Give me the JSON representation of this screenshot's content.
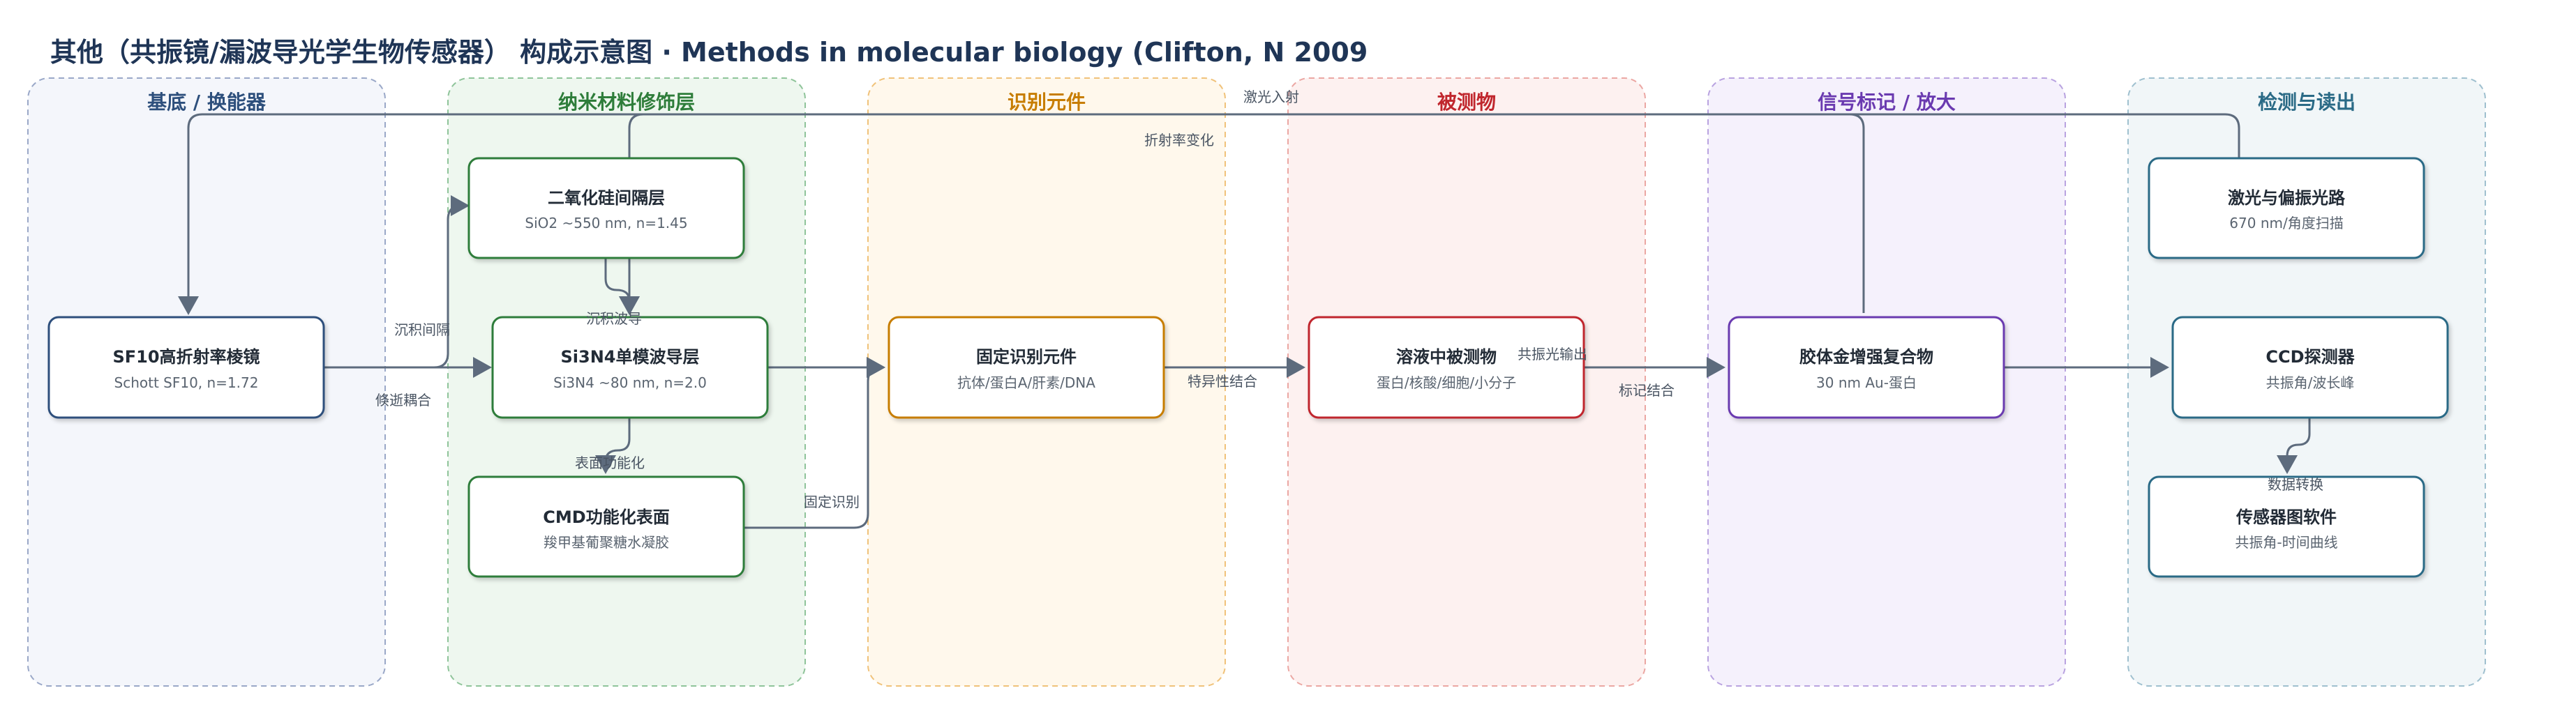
{
  "title": "其他（共振镜/漏波导光学生物传感器） 构成示意图 · Methods in molecular biology (Clifton, N 2009",
  "lanes": [
    {
      "title": "基底 / 换能器",
      "color": "#2d4f7c",
      "fill": "#f4f6fb",
      "stroke": "#9aa8c8"
    },
    {
      "title": "纳米材料修饰层",
      "color": "#2e7d3a",
      "fill": "#eef7ef",
      "stroke": "#8fc49a"
    },
    {
      "title": "识别元件",
      "color": "#c77d00",
      "fill": "#fff8ec",
      "stroke": "#f0c27a"
    },
    {
      "title": "被测物",
      "color": "#c0262d",
      "fill": "#fdf1f0",
      "stroke": "#eba7a3"
    },
    {
      "title": "信号标记 / 放大",
      "color": "#6a3ab0",
      "fill": "#f5f1fc",
      "stroke": "#b9a3e0"
    },
    {
      "title": "检测与读出",
      "color": "#2a6a86",
      "fill": "#f1f6f8",
      "stroke": "#9fc0cf"
    }
  ],
  "nodes": {
    "prism": {
      "title": "SF10高折射率棱镜",
      "sub": "Schott SF10, n=1.72",
      "color": "#2d4f7c"
    },
    "sio2": {
      "title": "二氧化硅间隔层",
      "sub": "SiO2 ~550 nm, n=1.45",
      "color": "#2e7d3a"
    },
    "si3n4": {
      "title": "Si3N4单模波导层",
      "sub": "Si3N4 ~80 nm, n=2.0",
      "color": "#2e7d3a"
    },
    "cmd": {
      "title": "CMD功能化表面",
      "sub": "羧甲基葡聚糖水凝胶",
      "color": "#2e7d3a"
    },
    "recog": {
      "title": "固定识别元件",
      "sub": "抗体/蛋白A/肝素/DNA",
      "color": "#c77d00"
    },
    "analyte": {
      "title": "溶液中被测物",
      "sub": "蛋白/核酸/细胞/小分子",
      "color": "#c0262d"
    },
    "gold": {
      "title": "胶体金增强复合物",
      "sub": "30 nm Au-蛋白",
      "color": "#6a3ab0"
    },
    "laser": {
      "title": "激光与偏振光路",
      "sub": "670 nm/角度扫描",
      "color": "#2a6a86"
    },
    "ccd": {
      "title": "CCD探测器",
      "sub": "共振角/波长峰",
      "color": "#2a6a86"
    },
    "software": {
      "title": "传感器图软件",
      "sub": "共振角-时间曲线",
      "color": "#2a6a86"
    }
  },
  "edge_labels": {
    "deposit_spacer": "沉积间隔",
    "evanescent": "倏逝耦合",
    "deposit_waveguide": "沉积波导",
    "surface_func": "表面功能化",
    "fixed_recog": "固定识别",
    "specific_binding": "特异性结合",
    "ri_change": "折射率变化",
    "laser_in": "激光入射",
    "resonance_out": "共振光输出",
    "label_binding": "标记结合",
    "data_convert": "数据转换"
  }
}
